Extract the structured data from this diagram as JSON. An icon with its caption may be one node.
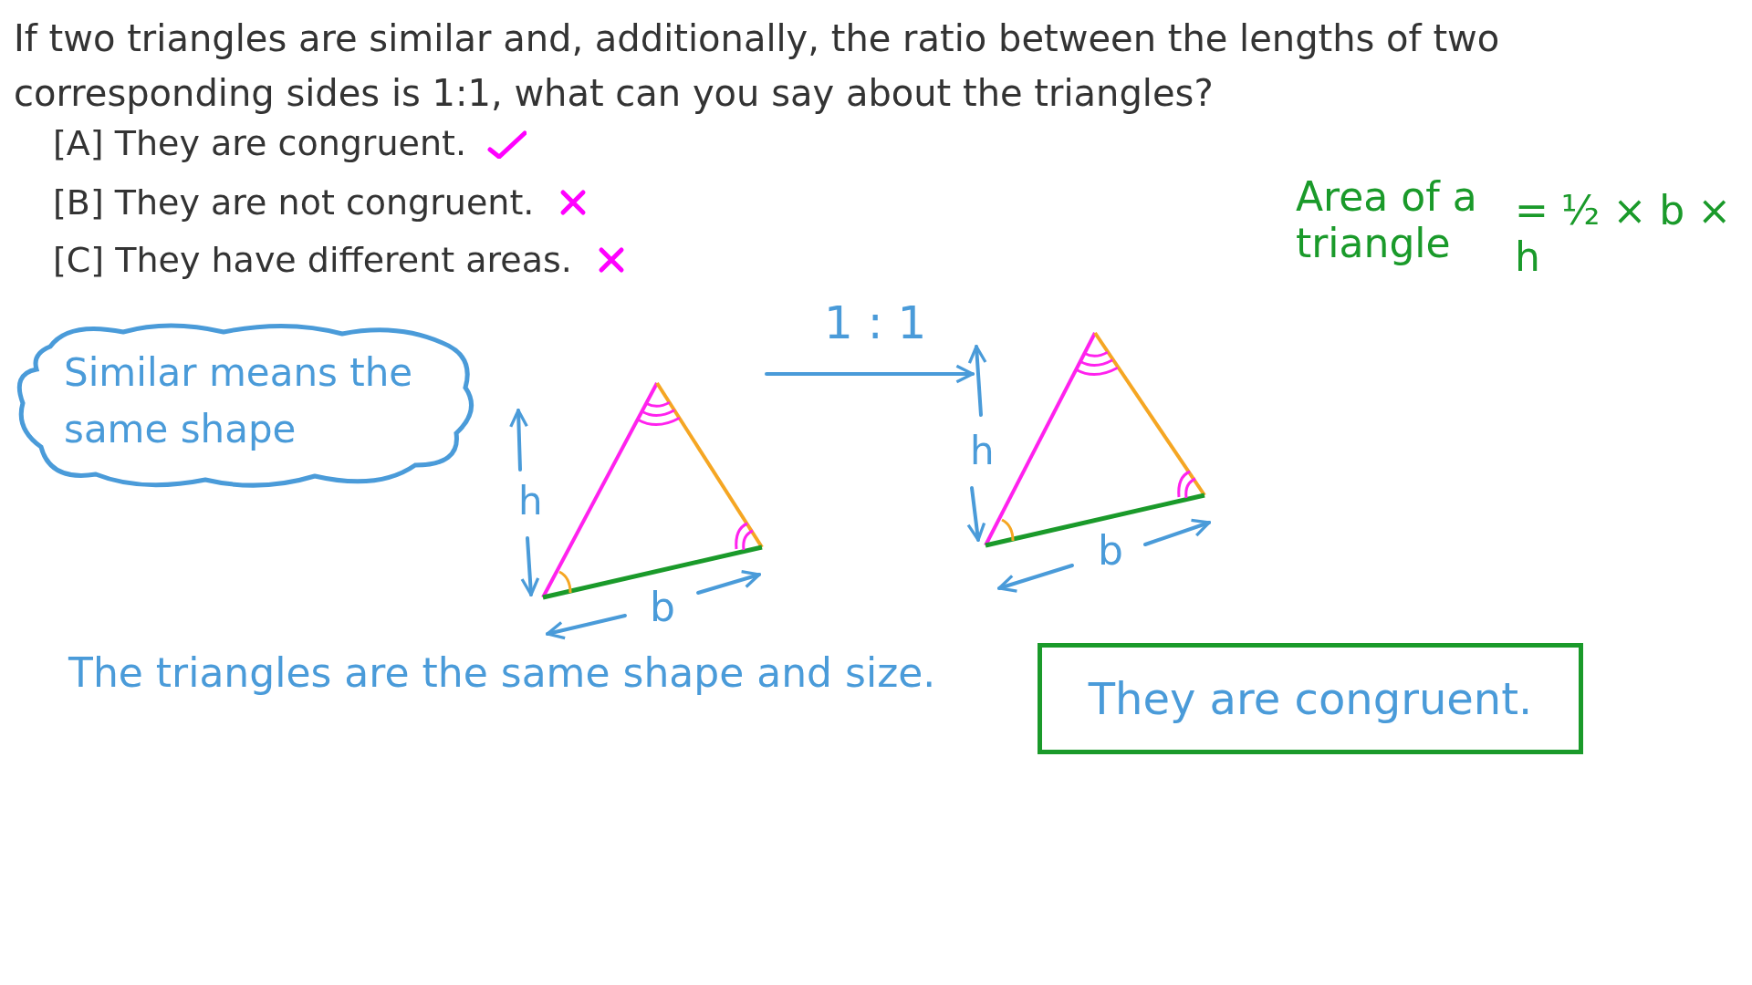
{
  "diagram": {
    "title": "If two triangles are similar and, additionally, the ratio between the lengths of two corresponding sides is 1:1, what can you say about the triangles?",
    "nodes": [
      {
        "text": [
          "Similar means the same shape"
        ]
      },
      {
        "text": [],
        "shape": "triangle"
      },
      {
        "text": [],
        "shape": "triangle"
      },
      {
        "text": [
          "They are congruent."
        ]
      }
    ],
    "edges": [
      {
        "from": 1,
        "to": 2,
        "arrow": "to",
        "label": "1 : 1"
      }
    ],
    "labels": [
      "[A] They are congruent.",
      "[B] They are not congruent.",
      "[C] They have different areas.",
      "Area of a triangle",
      "= ½ × b × h",
      "h",
      "b",
      "h",
      "b",
      "The triangles are the same shape and size."
    ]
  }
}
